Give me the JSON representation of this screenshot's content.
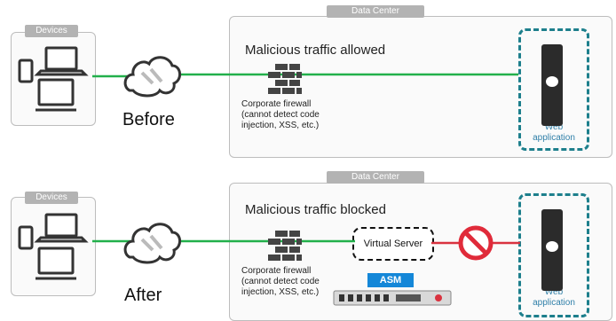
{
  "before": {
    "devices_label": "Devices",
    "datacenter_label": "Data Center",
    "title": "Malicious traffic allowed",
    "caption": "Before",
    "firewall_caption": [
      "Corporate firewall",
      "(cannot detect code",
      "injection, XSS, etc.)"
    ],
    "web_app_caption": [
      "Web",
      "application"
    ]
  },
  "after": {
    "devices_label": "Devices",
    "datacenter_label": "Data Center",
    "title": "Malicious traffic blocked",
    "caption": "After",
    "firewall_caption": [
      "Corporate firewall",
      "(cannot detect code",
      "injection, XSS, etc.)"
    ],
    "virtual_server_label": "Virtual Server",
    "asm_label": "ASM",
    "web_app_caption": [
      "Web",
      "application"
    ]
  },
  "colors": {
    "traffic_line": "#22b04b",
    "blocked_line": "#d9323f",
    "dashed_accent": "#1d7f8c",
    "asm_blue": "#1487d8",
    "panel_tag": "#b3b3b3"
  }
}
